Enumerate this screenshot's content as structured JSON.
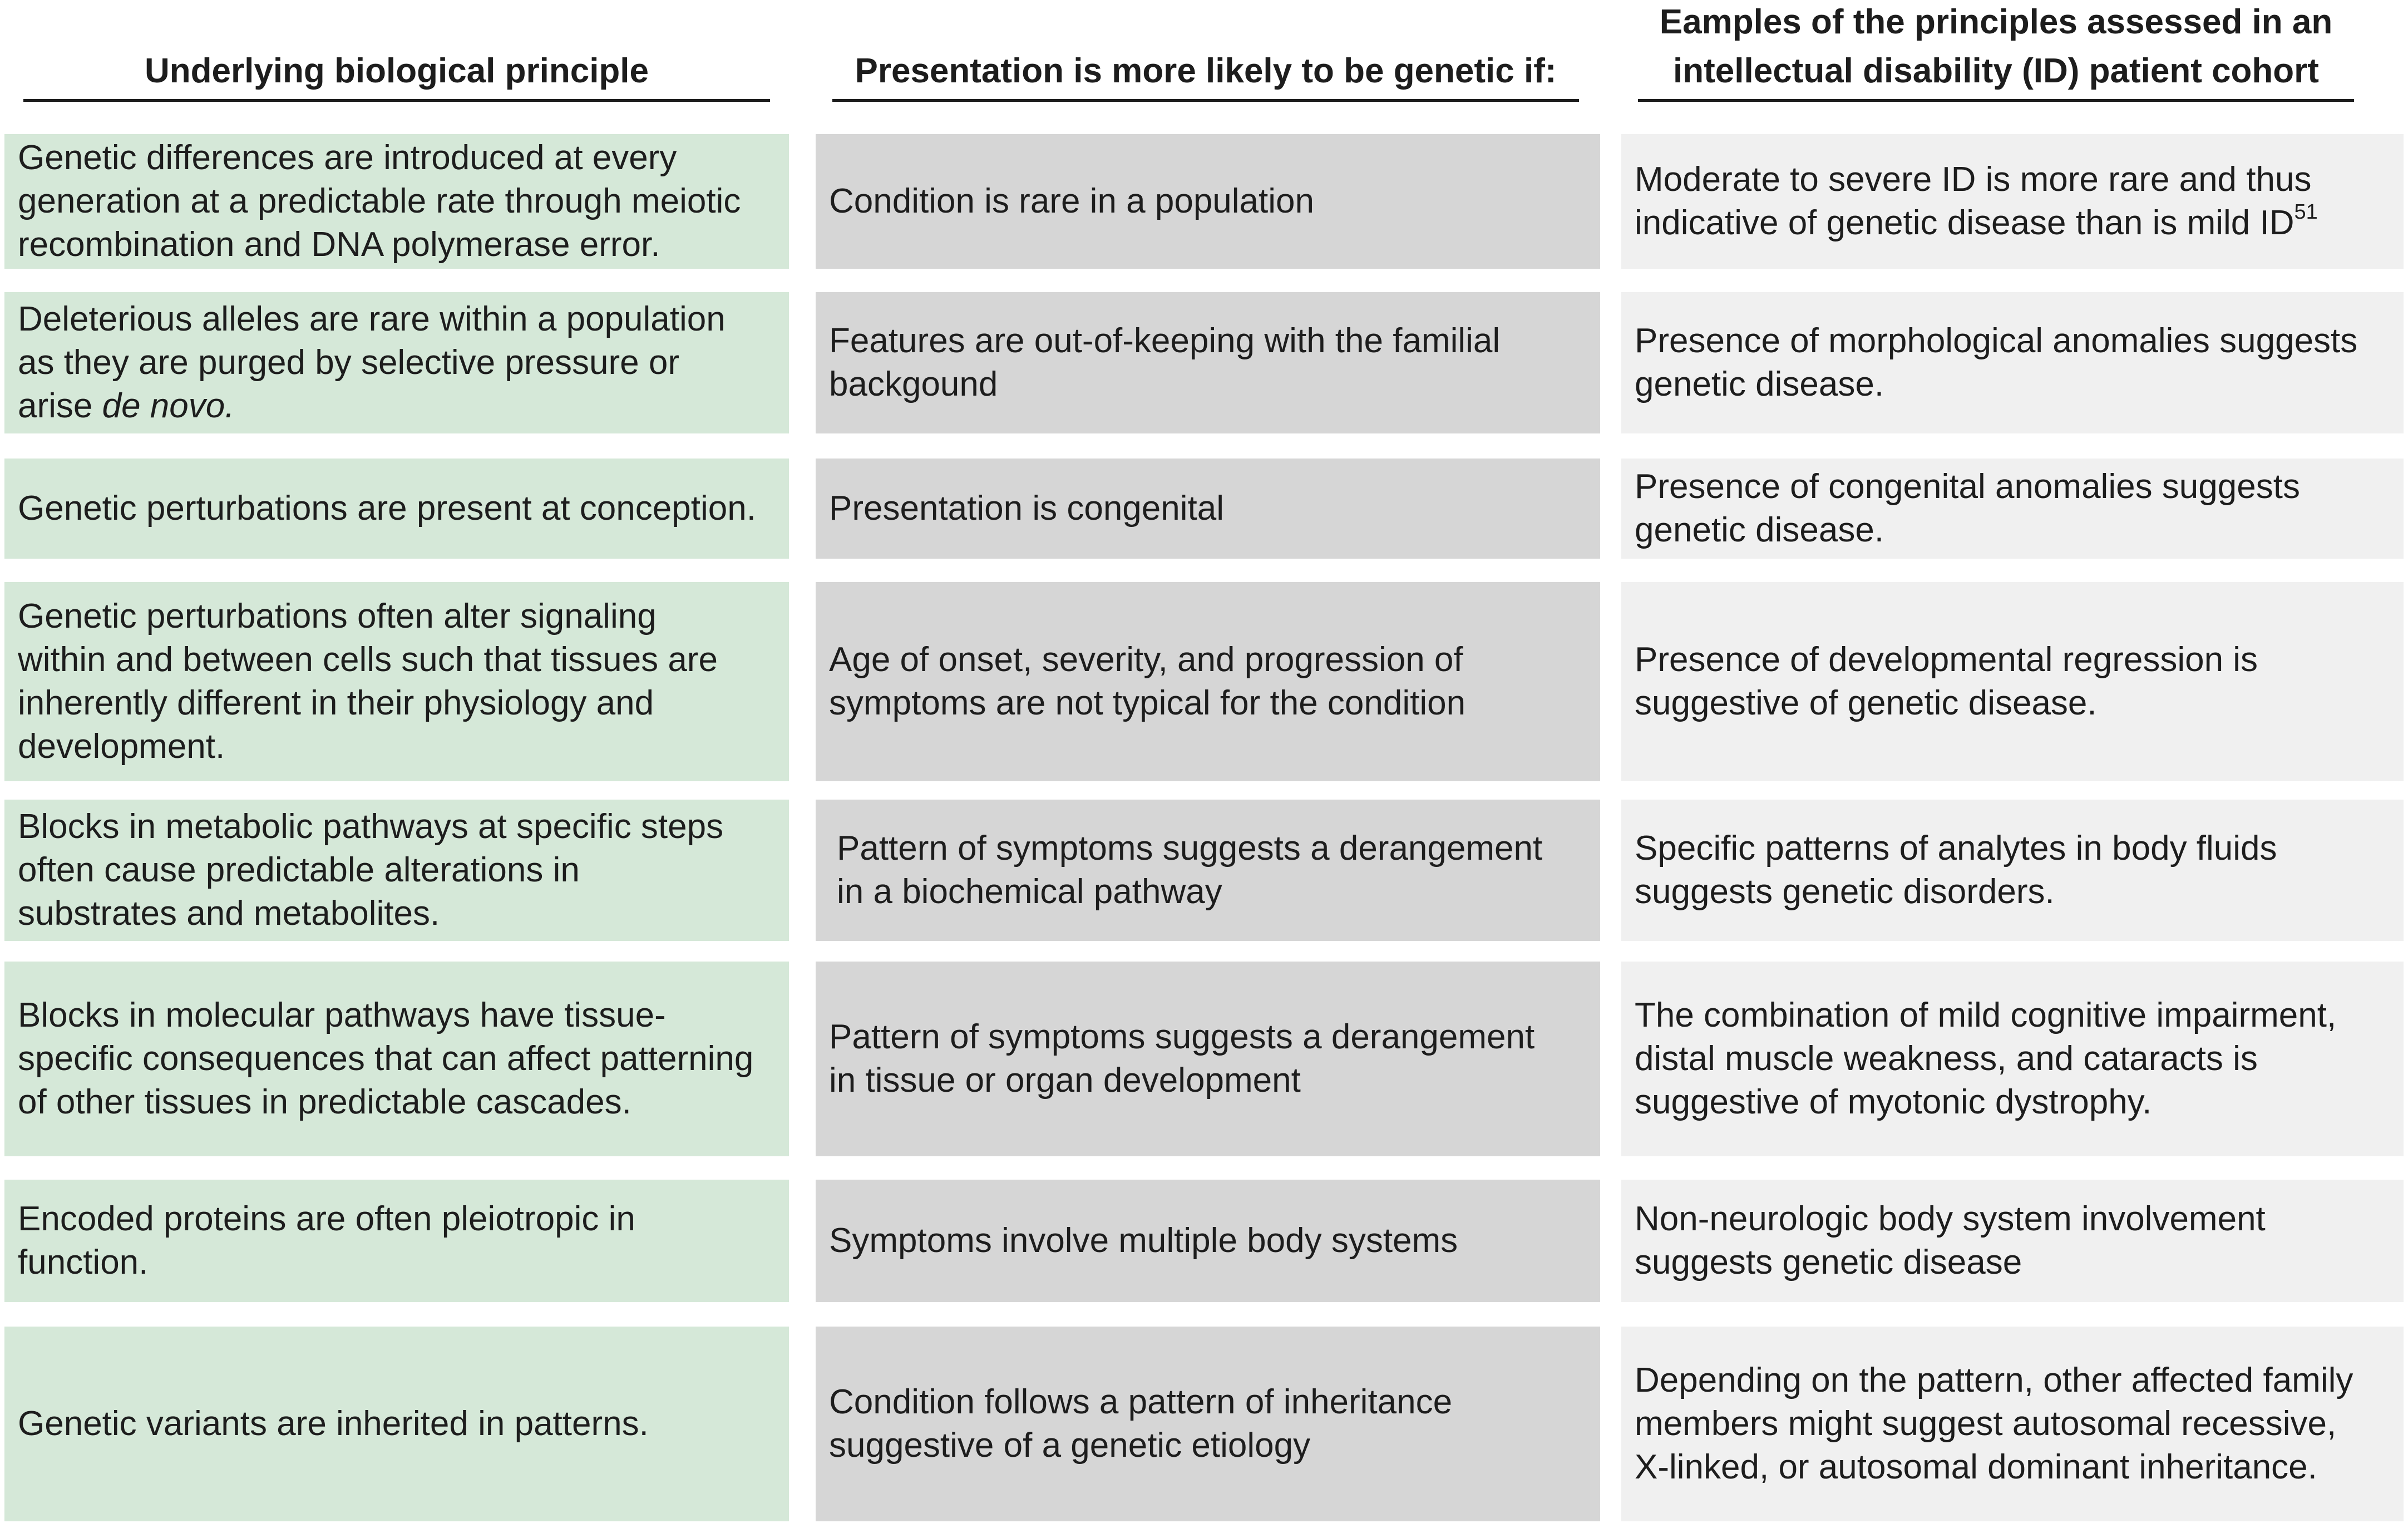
{
  "headers": {
    "col1": "Underlying biological principle",
    "col2": "Presentation is more likely to be genetic if:",
    "col3": "Eamples of the principles assessed in an\nintellectual disability (ID) patient cohort"
  },
  "rows": [
    {
      "principle": "Genetic differences are introduced at every\ngeneration at a predictable rate through meiotic\nrecombination and DNA polymerase error.",
      "presentation": "Condition is rare in a population",
      "example": "Moderate to severe ID is more rare and thus\nindicative of genetic disease than is mild ID",
      "example_sup": "51"
    },
    {
      "principle": "Deleterious alleles are rare within a population\nas they are purged by selective pressure or\narise ",
      "principle_italic": "de novo.",
      "presentation": "Features are out-of-keeping with the familial\nbackgound",
      "example": "Presence of morphological anomalies suggests\ngenetic disease."
    },
    {
      "principle": "Genetic perturbations are present at conception.",
      "presentation": "Presentation is congenital",
      "example": "Presence of congenital anomalies suggests\ngenetic disease."
    },
    {
      "principle": "Genetic perturbations often alter signaling\nwithin and between cells such that tissues are\ninherently different in their physiology and\ndevelopment.",
      "presentation": "Age of onset, severity, and progression of\nsymptoms are not typical for the condition",
      "example": "Presence of developmental regression is\nsuggestive of genetic disease."
    },
    {
      "principle": "Blocks in metabolic pathways at specific steps\noften cause predictable alterations in\nsubstrates and metabolites.",
      "presentation": "Pattern of symptoms suggests a derangement\nin a biochemical pathway",
      "example": "Specific patterns of analytes in body fluids\nsuggests genetic disorders."
    },
    {
      "principle": "Blocks in molecular pathways have tissue-\nspecific consequences that can affect patterning\nof other tissues in predictable cascades.",
      "presentation": "Pattern of symptoms suggests a derangement\nin tissue or organ development",
      "example": "The combination of mild cognitive impairment,\ndistal muscle weakness, and cataracts is\nsuggestive of myotonic dystrophy."
    },
    {
      "principle": "Encoded proteins are often pleiotropic in\nfunction.",
      "presentation": "Symptoms involve multiple body systems",
      "example": "Non-neurologic body system involvement\nsuggests genetic disease"
    },
    {
      "principle": "Genetic variants are inherited in patterns.",
      "presentation": "Condition follows a pattern of inheritance\nsuggestive of a genetic etiology",
      "example": "Depending on the pattern, other affected family\nmembers might suggest autosomal recessive,\nX-linked, or autosomal dominant inheritance."
    }
  ]
}
